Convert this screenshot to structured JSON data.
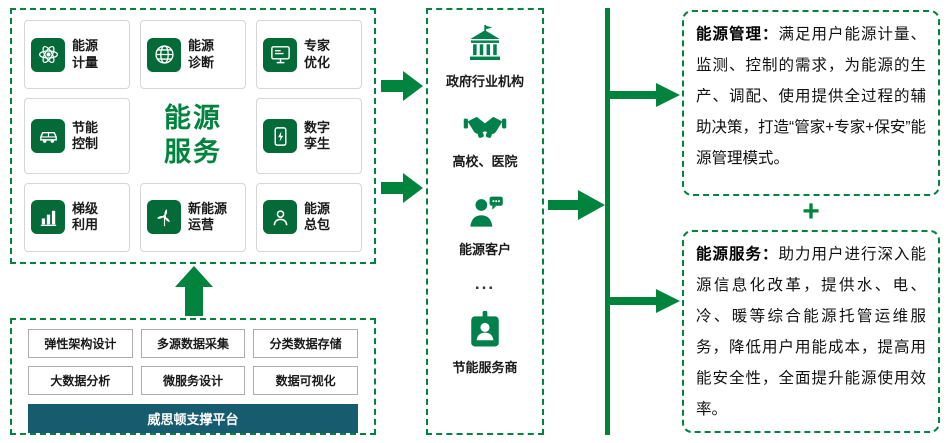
{
  "colors": {
    "green": "#00843d",
    "tile_green": "#046a38",
    "bar_teal": "#175b6e"
  },
  "service_panel": {
    "title": "能源\n服务",
    "items": [
      {
        "icon": "atom-icon",
        "label": "能源\n计量"
      },
      {
        "icon": "globe-icon",
        "label": "能源\n诊断"
      },
      {
        "icon": "monitor-icon",
        "label": "专家\n优化"
      },
      {
        "icon": "car-icon",
        "label": "节能\n控制"
      },
      {
        "icon": "digital-twin-icon",
        "label": "数字\n孪生"
      },
      {
        "icon": "cascade-icon",
        "label": "梯级\n利用"
      },
      {
        "icon": "turbine-icon",
        "label": "新能源\n运营"
      },
      {
        "icon": "person-icon",
        "label": "能源\n总包"
      }
    ]
  },
  "platform_panel": {
    "chips": [
      "弹性架构设计",
      "多源数据采集",
      "分类数据存储",
      "大数据分析",
      "微服务设计",
      "数据可视化"
    ],
    "bar_label": "威思顿支撑平台"
  },
  "customer_panel": {
    "items": [
      {
        "icon": "bank-icon",
        "label": "政府行业机构"
      },
      {
        "icon": "handshake-icon",
        "label": "高校、医院"
      },
      {
        "icon": "customer-icon",
        "label": "能源客户"
      },
      {
        "icon": "id-card-icon",
        "label": "节能服务商"
      }
    ],
    "ellipsis": "..."
  },
  "outcomes": {
    "plus": "+",
    "management": {
      "heading": "能源管理：",
      "body": "满足用户能源计量、监测、控制的需求，为能源的生产、调配、使用提供全过程的辅助决策，打造“管家+专家+保安”能源管理模式。"
    },
    "service": {
      "heading": "能源服务：",
      "body": "助力用户进行深入能源信息化改革，提供水、电、冷、暖等综合能源托管运维服务，降低用户用能成本，提高用能安全性，全面提升能源使用效率。"
    }
  }
}
